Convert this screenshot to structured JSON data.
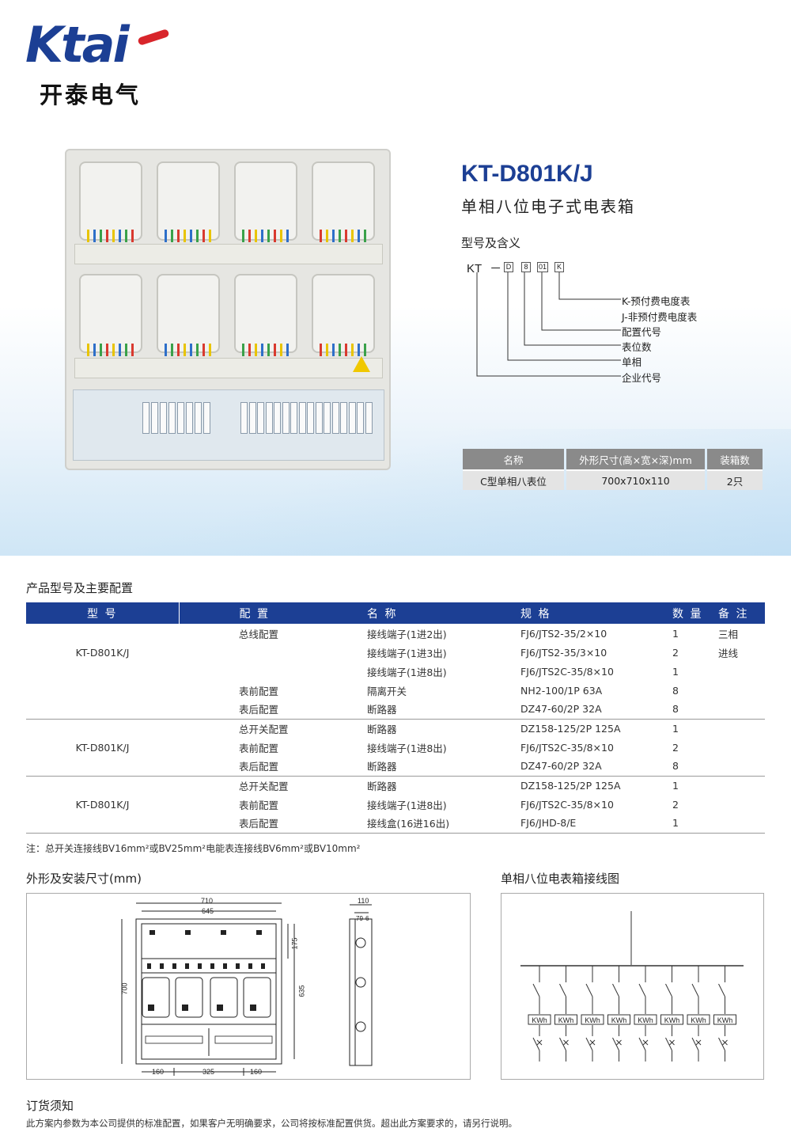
{
  "brand": {
    "logo_en": "Ktai",
    "logo_cn": "开泰电气",
    "accent": "#1c3f94",
    "logo_red": "#d8252b"
  },
  "product": {
    "model": "KT-D801K/J",
    "name_cn": "单相八位电子式电表箱",
    "meaning_title": "型号及含义",
    "code": {
      "prefix": "KT",
      "dash": "－",
      "box1": "D",
      "box2": "8",
      "box3": "01",
      "box4": "K"
    },
    "code_labels": [
      "K-预付费电度表",
      "J-非预付费电度表",
      "配置代号",
      "表位数",
      "单相",
      "企业代号"
    ]
  },
  "spec_table": {
    "headers": [
      "名称",
      "外形尺寸(高×宽×深)mm",
      "装箱数"
    ],
    "row": [
      "C型单相八表位",
      "700x710x110",
      "2只"
    ]
  },
  "config_section": {
    "title": "产品型号及主要配置",
    "headers": [
      "型 号",
      "配 置",
      "名 称",
      "规 格",
      "数 量",
      "备 注"
    ],
    "rows": [
      [
        "",
        "总线配置",
        "接线端子(1进2出)",
        "FJ6/JTS2-35/2×10",
        "1",
        "三相"
      ],
      [
        "KT-D801K/J",
        "",
        "接线端子(1进3出)",
        "FJ6/JTS2-35/3×10",
        "2",
        "进线"
      ],
      [
        "",
        "",
        "接线端子(1进8出)",
        "FJ6/JTS2C-35/8×10",
        "1",
        ""
      ],
      [
        "",
        "表前配置",
        "隔离开关",
        "NH2-100/1P 63A",
        "8",
        ""
      ],
      [
        "",
        "表后配置",
        "断路器",
        "DZ47-60/2P 32A",
        "8",
        ""
      ],
      [
        "",
        "总开关配置",
        "断路器",
        "DZ158-125/2P 125A",
        "1",
        ""
      ],
      [
        "KT-D801K/J",
        "表前配置",
        "接线端子(1进8出)",
        "FJ6/JTS2C-35/8×10",
        "2",
        ""
      ],
      [
        "",
        "表后配置",
        "断路器",
        "DZ47-60/2P 32A",
        "8",
        ""
      ],
      [
        "",
        "总开关配置",
        "断路器",
        "DZ158-125/2P 125A",
        "1",
        ""
      ],
      [
        "KT-D801K/J",
        "表前配置",
        "接线端子(1进8出)",
        "FJ6/JTS2C-35/8×10",
        "2",
        ""
      ],
      [
        "",
        "表后配置",
        "接线盒(16进16出)",
        "FJ6/JHD-8/E",
        "1",
        ""
      ]
    ],
    "note": "注：总开关连接线BV16mm²或BV25mm²电能表连接线BV6mm²或BV10mm²"
  },
  "dimension_section": {
    "title": "外形及安装尺寸(mm)",
    "front": {
      "w_outer": "710",
      "w_inner": "645",
      "h_outer": "700",
      "h_inner": "635",
      "top": "175",
      "b1": "160",
      "b2": "325",
      "b3": "160"
    },
    "side": {
      "depth": "110",
      "d1": "79",
      "d2": "6"
    }
  },
  "wiring_section": {
    "title": "单相八位电表箱接线图",
    "meter_label": "KWh"
  },
  "order": {
    "title": "订货须知",
    "text": "此方案内参数为本公司提供的标准配置，如果客户无明确要求，公司将按标准配置供货。超出此方案要求的，请另行说明。"
  }
}
